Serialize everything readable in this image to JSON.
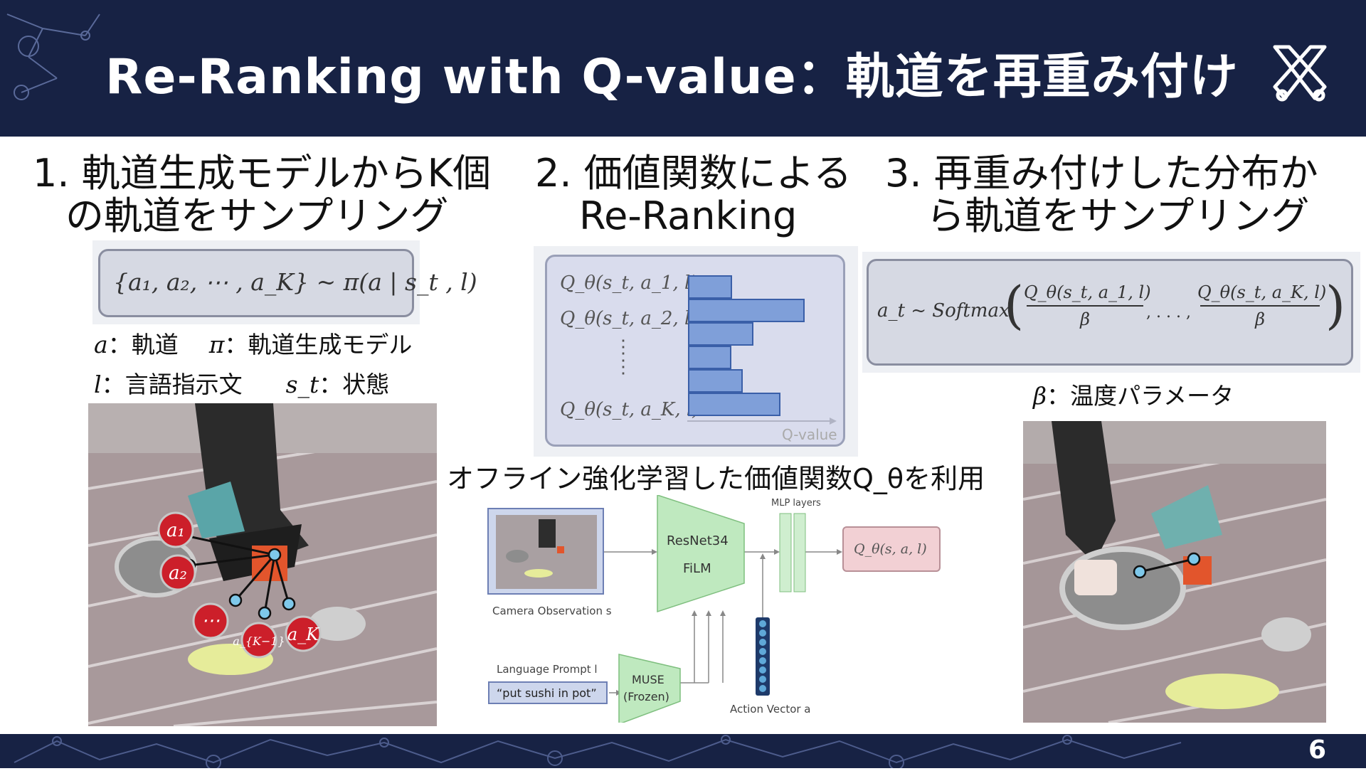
{
  "slide": {
    "title": "Re-Ranking with Q-value：軌道を再重み付け",
    "page_number": "6"
  },
  "colors": {
    "header_bg": "#172244",
    "bar_fill": "#7f9fd9",
    "marker_red": "#cc1f2a",
    "green_block": "#bfe9bf",
    "pink_box": "#f2d0d4"
  },
  "step1": {
    "heading_line1": "1. 軌道生成モデルからK個",
    "heading_line2": "の軌道をサンプリング",
    "formula": "{a₁, a₂, ⋯ , a_K} ~ π(a | s_t , l)",
    "legend_line1_a": "a",
    "legend_line1_a_desc": "：軌道",
    "legend_line1_pi": "π",
    "legend_line1_pi_desc": "：軌道生成モデル",
    "legend_line2_l": "l",
    "legend_line2_l_desc": "：言語指示文",
    "legend_line2_s": "s_t",
    "legend_line2_s_desc": "：状態",
    "markers": [
      "a₁",
      "a₂",
      "⋯",
      "a_{K−1}",
      "a_K"
    ]
  },
  "step2": {
    "heading_line1": "2. 価値関数による",
    "heading_line2": "Re-Ranking",
    "q_labels": [
      "Q_θ(s_t, a_1, l)",
      "Q_θ(s_t, a_2, l)",
      "Q_θ(s_t, a_K, l)"
    ],
    "vdots": "⋮",
    "axis_label": "Q-value",
    "bar_values": [
      0.38,
      1.0,
      0.56,
      0.37,
      0.47,
      0.79
    ],
    "offline_text": "オフライン強化学習した価値関数Q_θを利用",
    "arch": {
      "camera_label": "Camera Observation s",
      "resnet_label1": "ResNet34",
      "resnet_label2": "FiLM",
      "mlp_label": "MLP layers",
      "q_output": "Q_θ(s, a, l)",
      "lang_label": "Language Prompt l",
      "prompt_text": "“put sushi in pot”",
      "muse_label1": "MUSE",
      "muse_label2": "(Frozen)",
      "action_label": "Action Vector a"
    }
  },
  "step3": {
    "heading_line1": "3. 再重み付けした分布か",
    "heading_line2": "ら軌道をサンプリング",
    "formula_lhs": "a_t ~ Softmax",
    "frac1_num": "Q_θ(s_t, a_1, l)",
    "frac2_num": "Q_θ(s_t, a_K, l)",
    "frac_den": "β",
    "dots": ", . . . ,",
    "legend_beta": "β",
    "legend_beta_desc": "：温度パラメータ"
  }
}
